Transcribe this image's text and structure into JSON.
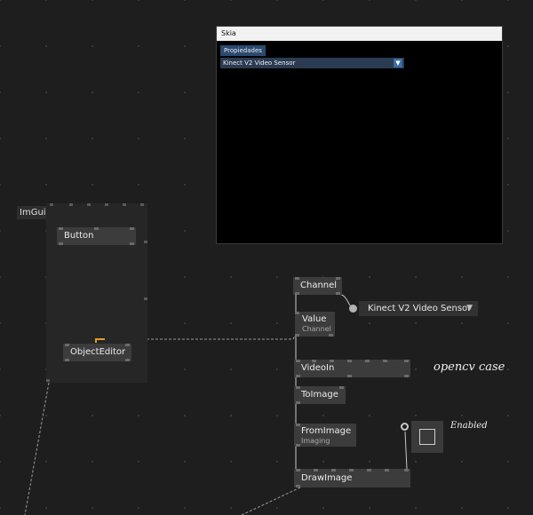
{
  "skia_window": {
    "title": "Skia",
    "tab": "Propiedades",
    "dropdown_value": "Kinect V2 Video Sensor",
    "dropdown_arrow": "▼"
  },
  "region": {
    "label": "ImGui"
  },
  "nodes": {
    "button": {
      "label": "Button"
    },
    "object_editor": {
      "label": "ObjectEditor"
    },
    "channel": {
      "label": "Channel"
    },
    "value": {
      "label": "Value",
      "category": "Channel"
    },
    "video_in": {
      "label": "VideoIn"
    },
    "to_image": {
      "label": "ToImage"
    },
    "from_image": {
      "label": "FromImage",
      "category": "Imaging"
    },
    "draw_image": {
      "label": "DrawImage"
    }
  },
  "enum_box": {
    "value": "Kinect V2 Video Sensor",
    "arrow": "▼"
  },
  "comment": "opencv case",
  "toggle": {
    "label": "Enabled"
  },
  "colors": {
    "background": "#1e1e1e",
    "node": "#3c3c3c",
    "link_dashed": "#9a9a9a",
    "accent_pin": "#e0a020"
  }
}
